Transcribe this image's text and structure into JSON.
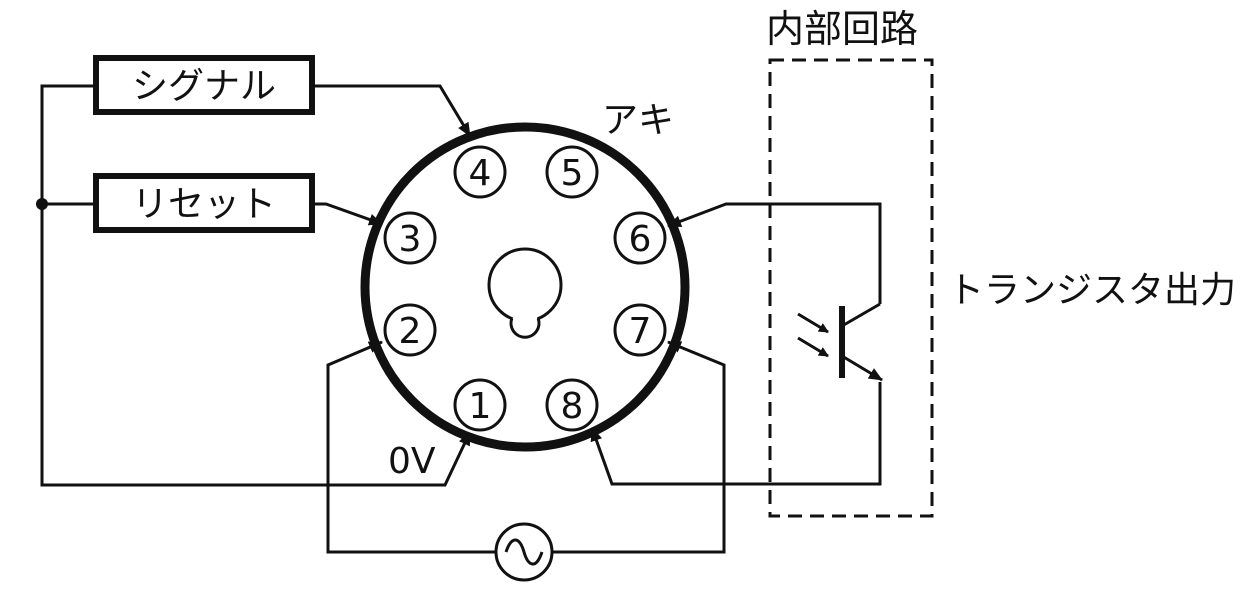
{
  "labels": {
    "signal": "シグナル",
    "reset": "リセット",
    "vacant": "アキ",
    "zero_volt": "0V",
    "internal_circuit": "内部回路",
    "transistor_output": "トランジスタ出力"
  },
  "pins": [
    "1",
    "2",
    "3",
    "4",
    "5",
    "6",
    "7",
    "8"
  ]
}
